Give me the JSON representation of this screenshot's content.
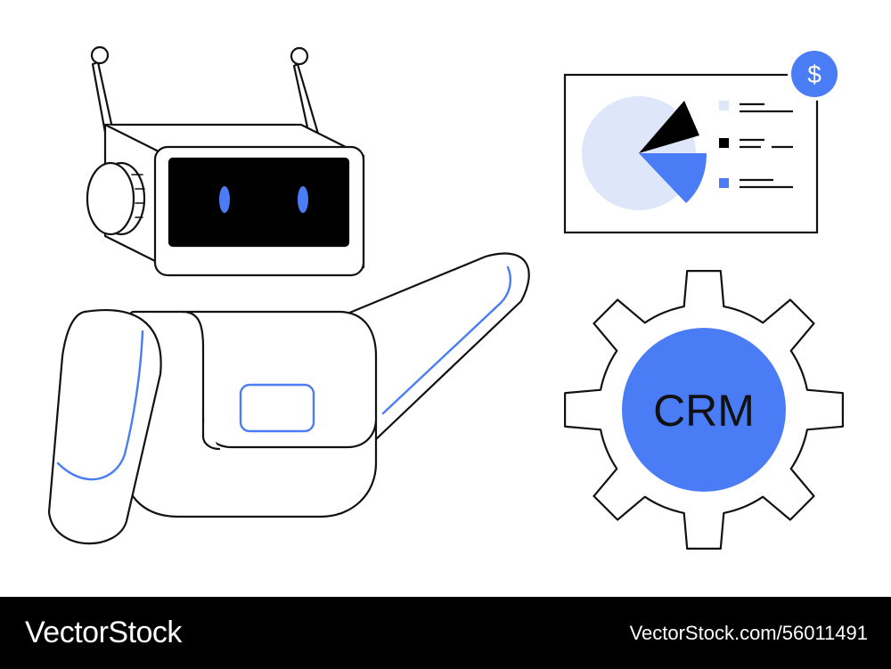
{
  "illustration": {
    "gear_label": "CRM",
    "coin_symbol": "$",
    "accent_color": "#4a7cf6",
    "pie_light_color": "#dde7f9",
    "outline_color": "#111111",
    "icons": [
      "robot-icon",
      "report-card-icon",
      "dollar-coin-icon",
      "pie-chart-icon",
      "gear-icon"
    ]
  },
  "footer": {
    "logo_text": "VectorStock",
    "image_id": "VectorStock.com/56011491",
    "background": "#000000",
    "text_color": "#ffffff"
  }
}
